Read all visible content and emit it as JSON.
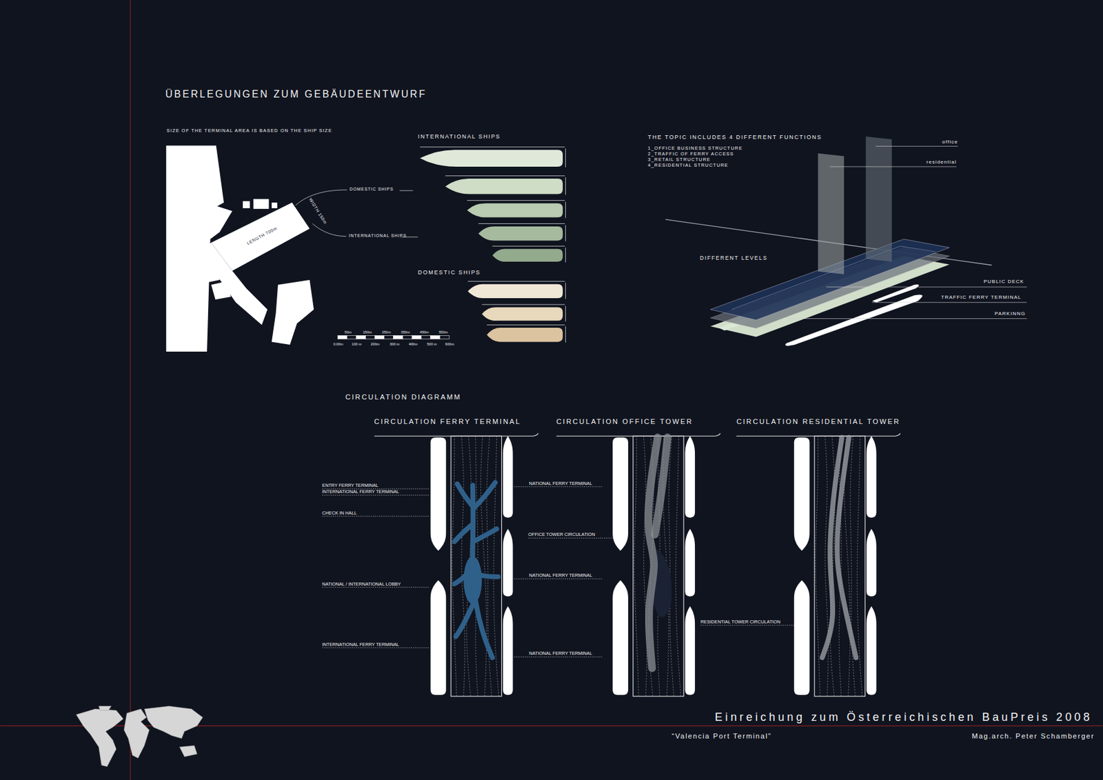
{
  "diagram": {
    "title": "ÜBERLEGUNGEN ZUM GEBÄUDEENTWURF",
    "caption": "Einreichung zum Österreichischen BauPreis 2008",
    "labels": [
      "SIZE OF THE TERMINAL AREA IS BASED ON THE SHIP SIZE",
      "DOMESTIC SHIPS",
      "INTERNATIONAL SHIPS",
      "LENGTH 700m",
      "WIDTH 150m",
      "INTERNATIONAL SHIPS",
      "DOMESTIC SHIPS",
      "50m",
      "150m",
      "250m",
      "350m",
      "450m",
      "550m",
      "0.00m",
      "100 m",
      "200m",
      "300 m",
      "400m",
      "500 m",
      "600m",
      "THE TOPIC INCLUDES 4 DIFFERENT FUNCTIONS",
      "1_OFFICE BUSINESS STRUCTURE",
      "2_TRAFFIC OF FERRY ACCESS",
      "3_RETAIL STRUCTURE",
      "4_RESIDENTIAL STRUCTURE",
      "office",
      "residential",
      "DIFFERENT LEVELS",
      "PUBLIC DECK",
      "TRAFFIC FERRY TERMINAL",
      "PARKINNG",
      "CIRCULATION DIAGRAMM",
      "CIRCULATION FERRY TERMINAL",
      "CIRCULATION OFFICE TOWER",
      "CIRCULATION RESIDENTIAL TOWER",
      "ENTRY FERRY TERMINAL",
      "INTERNATIONAL FERRY TERMINAL",
      "CHECK IN HALL",
      "NATIONAL / INTERNATIONAL LOBBY",
      "INTERNATIONAL FERRY TERMINAL",
      "NATIONAL FERRY TERMINAL",
      "OFFICE TOWER CIRCULATION",
      "NATIONAL FERRY TERMINAL",
      "NATIONAL FERRY TERMINAL",
      "RESIDENTIAL TOWER CIRCULATION",
      "“Valencia Port Terminal”",
      "Mag.arch. Peter Schamberger"
    ]
  }
}
